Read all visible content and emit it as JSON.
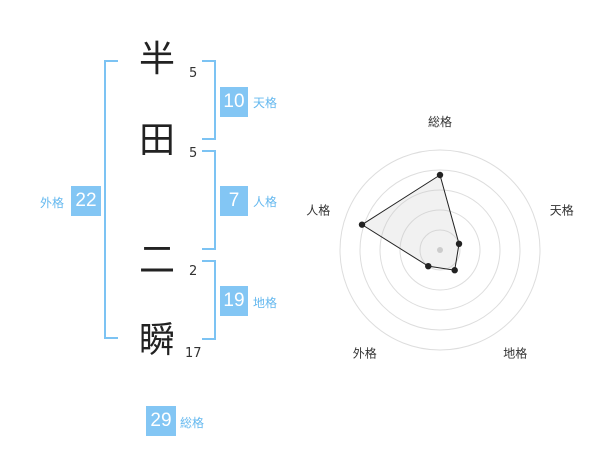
{
  "name": {
    "characters": [
      {
        "char": "半",
        "strokes": "5"
      },
      {
        "char": "田",
        "strokes": "5"
      },
      {
        "char": "二",
        "strokes": "2"
      },
      {
        "char": "瞬",
        "strokes": "17"
      }
    ]
  },
  "fortune": {
    "tenkaku": {
      "value": "10",
      "label": "天格"
    },
    "jinkaku": {
      "value": "7",
      "label": "人格"
    },
    "chikaku": {
      "value": "19",
      "label": "地格"
    },
    "gaikaku": {
      "value": "22",
      "label": "外格"
    },
    "soukaku": {
      "value": "29",
      "label": "総格"
    }
  },
  "colors": {
    "accent": "#83c6f4",
    "bracket": "#7cc3f3",
    "label": "#64b8ef"
  },
  "chart_data": {
    "type": "radar",
    "axes": [
      "総格",
      "天格",
      "地格",
      "外格",
      "人格"
    ],
    "values": [
      0.75,
      0.2,
      0.25,
      0.2,
      0.82
    ],
    "levels": 5
  }
}
